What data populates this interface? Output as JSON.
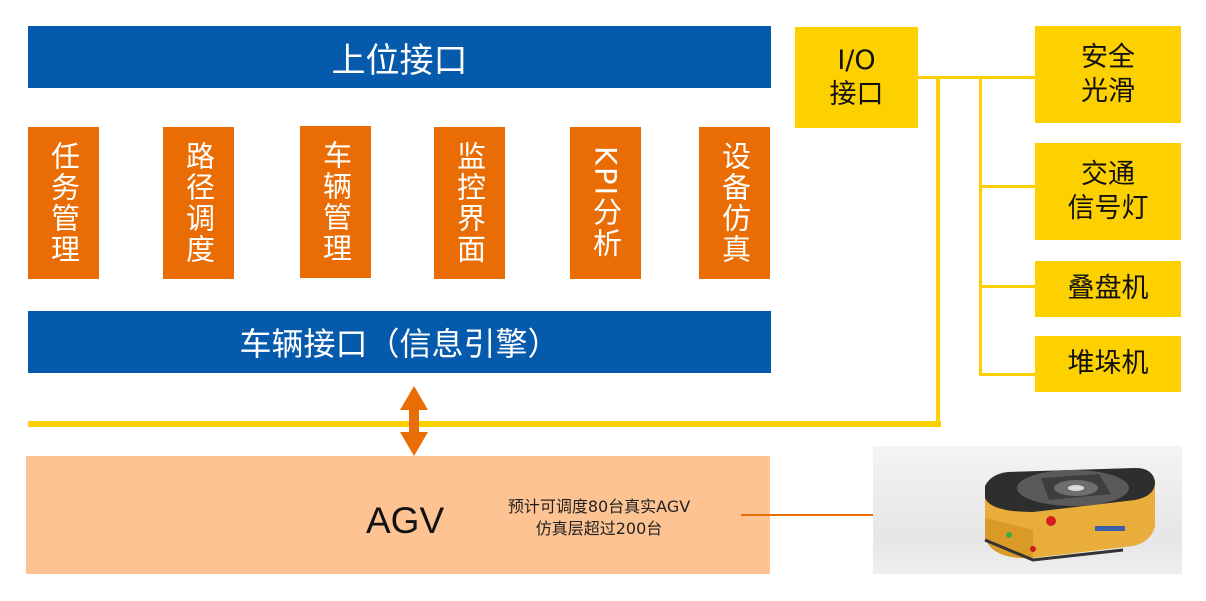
{
  "upper_interface": {
    "label": "上位接口"
  },
  "modules": [
    {
      "label": "任务管理"
    },
    {
      "label": "路径调度"
    },
    {
      "label": "车辆管理"
    },
    {
      "label": "监控界面"
    },
    {
      "label": "KPI分析"
    },
    {
      "label": "设备仿真"
    }
  ],
  "vehicle_interface": {
    "label": "车辆接口（信息引擎）"
  },
  "io_interface": {
    "line1": "I/O",
    "line2": "接口"
  },
  "devices": [
    {
      "line1": "安全",
      "line2": "光滑"
    },
    {
      "line1": "交通",
      "line2": "信号灯"
    },
    {
      "line1": "叠盘机",
      "line2": ""
    },
    {
      "line1": "堆垛机",
      "line2": ""
    }
  ],
  "agv": {
    "label": "AGV",
    "note_line1": "预计可调度80台真实AGV",
    "note_line2": "仿真层超过200台"
  },
  "colors": {
    "blue": "#055aab",
    "orange": "#e96d04",
    "yellow": "#fdd000",
    "peach": "#fdc393"
  }
}
